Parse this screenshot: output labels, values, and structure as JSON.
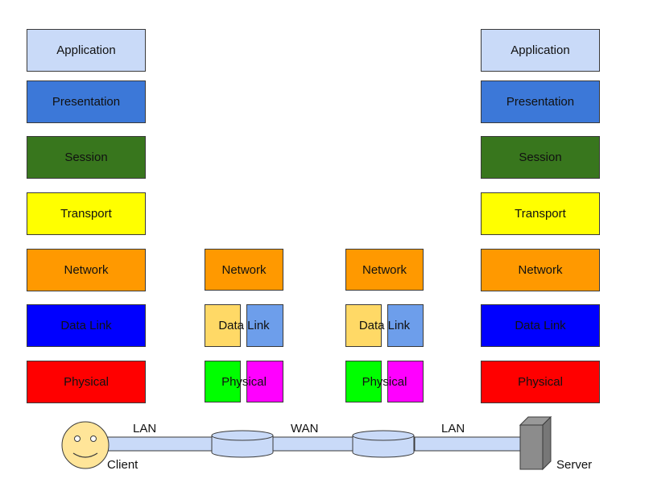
{
  "layers": [
    "Application",
    "Presentation",
    "Session",
    "Transport",
    "Network",
    "Data Link",
    "Physical"
  ],
  "colors": {
    "application": "#c9daf8",
    "presentation": "#3c78d8",
    "session": "#38761d",
    "transport": "#ffff00",
    "network": "#ff9900",
    "datalink": "#0000ff",
    "physical": "#ff0000",
    "datalink_a": "#ffd966",
    "datalink_b": "#6d9eeb",
    "physical_a": "#00ff00",
    "physical_b": "#ff00ff",
    "link": "#c9daf8"
  },
  "links": {
    "lan_left": "LAN",
    "wan": "WAN",
    "lan_right": "LAN"
  },
  "endpoints": {
    "client": "Client",
    "server": "Server"
  }
}
